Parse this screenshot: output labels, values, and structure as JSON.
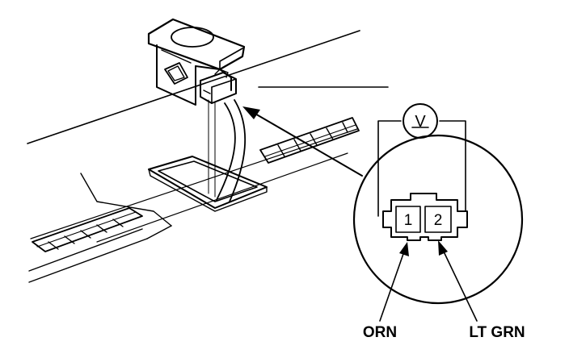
{
  "connector": {
    "pin_1": "1",
    "pin_2": "2"
  },
  "meter": {
    "symbol": "V"
  },
  "wires": {
    "pin_1_color": "ORN",
    "pin_2_color": "LT GRN"
  }
}
